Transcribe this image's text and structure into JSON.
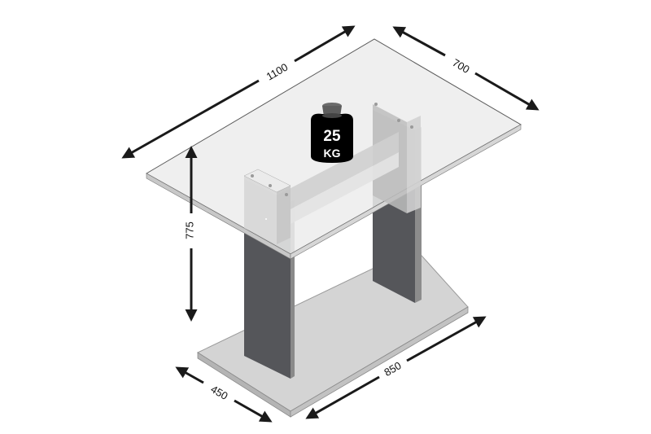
{
  "diagram": {
    "subject": "Dining table with glass top and pedestal base",
    "colors": {
      "background": "#ffffff",
      "glass_top": "#ececec",
      "glass_edge": "#c8c8c8",
      "leg_dark": "#55565a",
      "leg_light": "#d8d8d8",
      "base_plate": "#d4d4d4",
      "base_edge": "#9a9a9a",
      "arrow": "#1a1a1a",
      "weight_body": "#000000",
      "weight_cap": "#6b6b6b"
    },
    "dimensions": {
      "top_length": "1100",
      "top_width": "700",
      "height": "775",
      "base_width": "450",
      "base_length": "850"
    },
    "weight_badge": {
      "value": "25",
      "unit": "KG",
      "icon": "weight-icon"
    }
  }
}
